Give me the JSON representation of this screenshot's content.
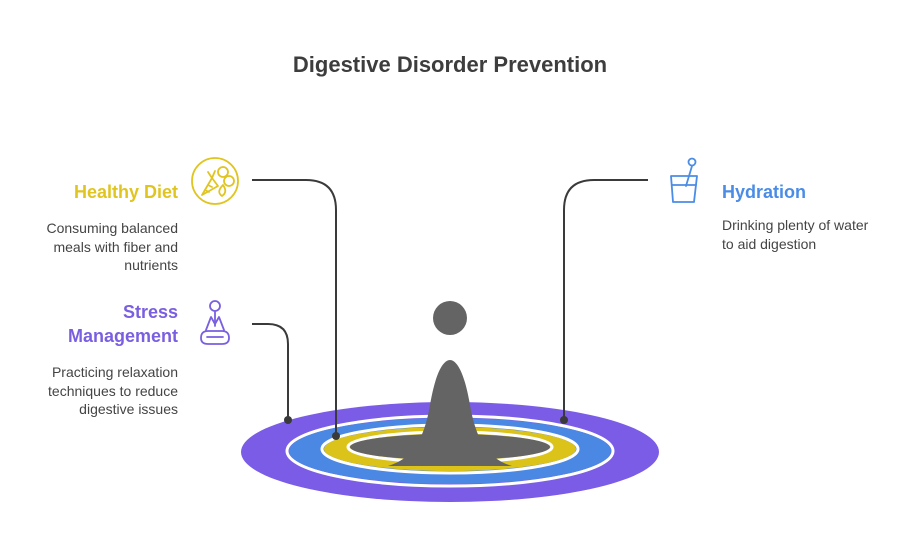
{
  "title": "Digestive Disorder Prevention",
  "items": [
    {
      "label": "Healthy Diet",
      "description": [
        "Consuming balanced",
        "meals with fiber and",
        "nutrients"
      ],
      "icon": "fruit-vegetable-icon",
      "color": "#E0C520"
    },
    {
      "label": [
        "Stress",
        "Management"
      ],
      "description": [
        "Practicing relaxation",
        "techniques to reduce",
        "digestive issues"
      ],
      "icon": "meditation-icon",
      "color": "#7A5FE0"
    },
    {
      "label": "Hydration",
      "description": [
        "Drinking plenty of water",
        "to aid digestion"
      ],
      "icon": "water-glass-icon",
      "color": "#4A8CE6"
    }
  ],
  "colors": {
    "outer_ring": "#7B5CE6",
    "middle_ring": "#4A88E4",
    "inner_ring": "#DCC31A",
    "center": "#646464",
    "connector": "#3a3a3a",
    "ring_gap": "#ffffff"
  }
}
